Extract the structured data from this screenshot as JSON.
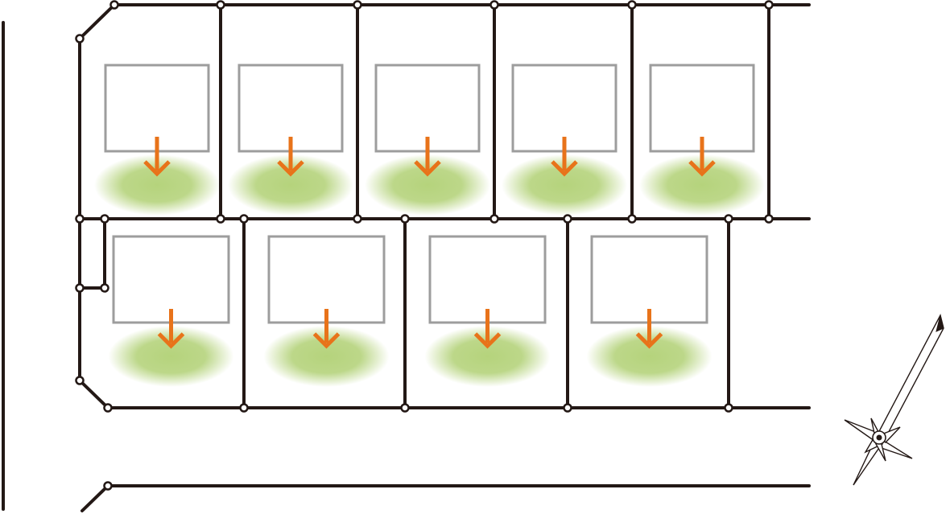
{
  "colors": {
    "boundary_line": "#231815",
    "vertex_fill": "#ffffff",
    "building_outline": "#9d9d9d",
    "garden_green": "#b5d37c",
    "arrow_orange": "#e8731a",
    "compass_line": "#231815"
  },
  "site": {
    "upper_row": {
      "lot_count": 5,
      "has_building": true,
      "has_garden": true,
      "arrow_direction": "south"
    },
    "lower_row": {
      "lot_count": 4,
      "has_building": true,
      "has_garden": true,
      "arrow_direction": "south"
    }
  },
  "compass": {
    "icon": "compass-rose-icon",
    "points_to": "north"
  }
}
